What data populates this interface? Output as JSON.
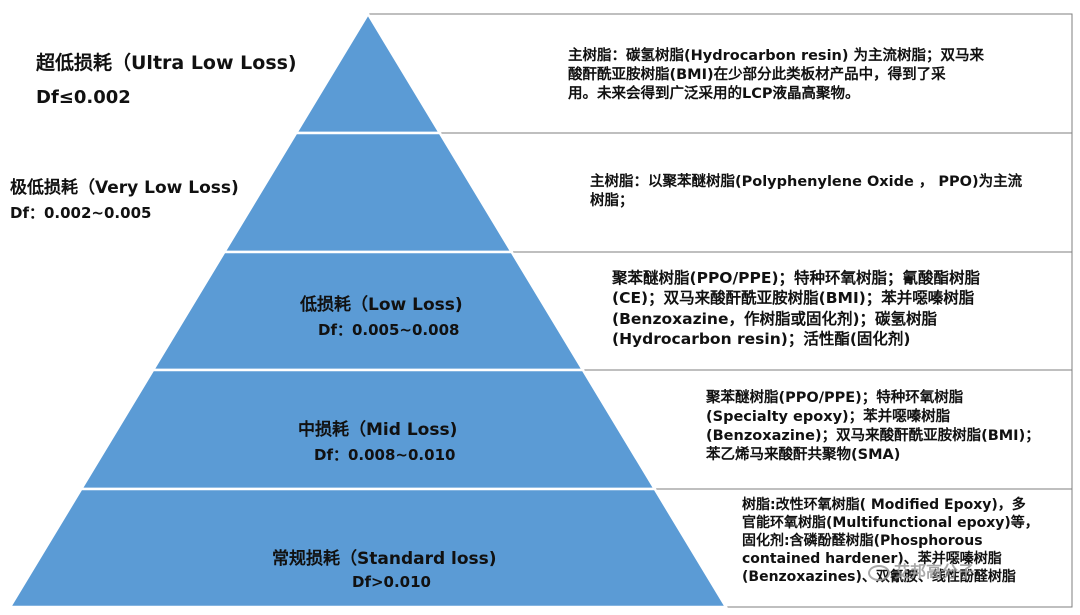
{
  "colors": {
    "tier_fill": "#5b9bd5",
    "tier_stroke": "#ffffff",
    "panel_border": "#7f7f7f",
    "text": "#111111"
  },
  "tiers": [
    {
      "name": "超低损耗（Ultra Low Loss)",
      "df": "Df≤0.002",
      "lines": [
        "主树脂：碳氢树脂(Hydrocarbon resin) 为主流树脂；双马来",
        "酸酐酰亚胺树脂(BMI)在少部分此类板材产品中，得到了采",
        "用。未来会得到广泛采用的LCP液晶高聚物。"
      ]
    },
    {
      "name": "极低损耗（Very Low Loss)",
      "df": "Df：0.002~0.005",
      "lines": [
        "主树脂：以聚苯醚树脂(Polyphenylene Oxide ， PPO)为主流",
        "树脂；"
      ]
    },
    {
      "name": "低损耗（Low Loss)",
      "df": "Df：0.005~0.008",
      "lines": [
        "聚苯醚树脂(PPO/PPE)；特种环氧树脂；氰酸酯树脂",
        "(CE)；双马来酸酐酰亚胺树脂(BMI)；苯并噁嗪树脂",
        "(Benzoxazine，作树脂或固化剂)；碳氢树脂",
        "(Hydrocarbon resin)；活性酯(固化剂)"
      ]
    },
    {
      "name": "中损耗（Mid Loss)",
      "df": "Df：0.008~0.010",
      "lines": [
        "聚苯醚树脂(PPO/PPE)；特种环氧树脂",
        "(Specialty epoxy)；苯并噁嗪树脂",
        "(Benzoxazine)；双马来酸酐酰亚胺树脂(BMI)；",
        "苯乙烯马来酸酐共聚物(SMA)"
      ]
    },
    {
      "name": "常规损耗（Standard loss)",
      "df": "Df>0.010",
      "lines": [
        "树脂:改性环氧树脂( Modified Epoxy)，多",
        "官能环氧树脂(Multifunctional epoxy)等，",
        "固化剂:含磷酚醛树脂(Phosphorous",
        "contained hardener)、苯并噁嗪树脂",
        "(Benzoxazines)、双氰胺、线性酚醛树脂"
      ]
    }
  ],
  "watermark": "艾邦高分子"
}
